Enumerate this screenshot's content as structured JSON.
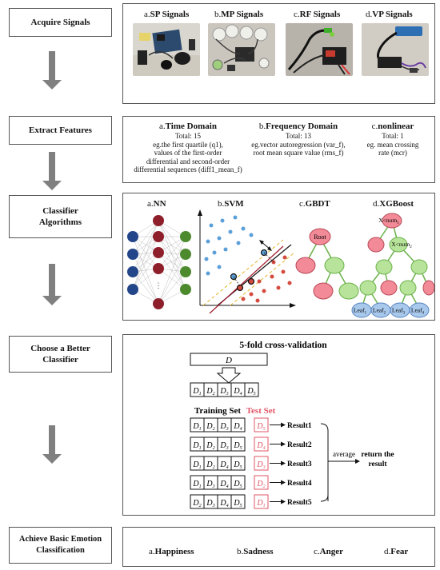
{
  "steps": [
    "Acquire Signals",
    "Extract Features",
    "Classifier Algorithms",
    "Choose a Better Classifier",
    "Achieve Basic Emotion Classification"
  ],
  "signals": [
    {
      "prefix": "a.",
      "name": "SP Signals"
    },
    {
      "prefix": "b.",
      "name": "MP Signals"
    },
    {
      "prefix": "c.",
      "name": "RF Signals"
    },
    {
      "prefix": "d.",
      "name": "VP Signals"
    }
  ],
  "features": [
    {
      "prefix": "a.",
      "name": "Time Domain",
      "total": "Total: 15",
      "lines": [
        "eg.the first quartile (q1),",
        "values of the first-order",
        "differential and second-order",
        "differential sequences (diff1_mean_f)"
      ]
    },
    {
      "prefix": "b.",
      "name": "Frequency Domain",
      "total": "Total: 13",
      "lines": [
        "eg.vector autoregression (var_f),",
        "root mean square value (rms_f)"
      ]
    },
    {
      "prefix": "c.",
      "name": "nonlinear",
      "total": "Total: 1",
      "lines": [
        "eg. mean crossing",
        "rate (mcr)"
      ]
    }
  ],
  "classifiers": [
    {
      "prefix": "a.",
      "name": "NN"
    },
    {
      "prefix": "b.",
      "name": "SVM"
    },
    {
      "prefix": "c.",
      "name": "GBDT"
    },
    {
      "prefix": "d.",
      "name": "XGBoost"
    }
  ],
  "gbdt": {
    "root": "Root"
  },
  "xgb": {
    "node1": "X<num",
    "node1_sub": "1",
    "node2": "X<num",
    "node2_sub": "2",
    "leaf": "Leaf",
    "leaf_subs": [
      "1",
      "2",
      "3",
      "4"
    ]
  },
  "cv": {
    "title": "5-fold cross-validation",
    "dataset": "D",
    "training_set": "Training Set",
    "test_set": "Test Set",
    "fold_subs": [
      "1",
      "2",
      "3",
      "4",
      "5"
    ],
    "folds": [
      {
        "train": [
          "1",
          "2",
          "3",
          "4"
        ],
        "test": "5",
        "result": "Result1"
      },
      {
        "train": [
          "1",
          "2",
          "3",
          "5"
        ],
        "test": "4",
        "result": "Result2"
      },
      {
        "train": [
          "1",
          "2",
          "4",
          "5"
        ],
        "test": "3",
        "result": "Result3"
      },
      {
        "train": [
          "1",
          "3",
          "4",
          "5"
        ],
        "test": "2",
        "result": "Result4"
      },
      {
        "train": [
          "2",
          "3",
          "4",
          "5"
        ],
        "test": "1",
        "result": "Result5"
      }
    ],
    "average": "average",
    "return_line1": "return the",
    "return_line2": "result"
  },
  "emotions": [
    {
      "prefix": "a.",
      "name": "Happiness"
    },
    {
      "prefix": "b.",
      "name": "Sadness"
    },
    {
      "prefix": "c.",
      "name": "Anger"
    },
    {
      "prefix": "d.",
      "name": "Fear"
    }
  ]
}
